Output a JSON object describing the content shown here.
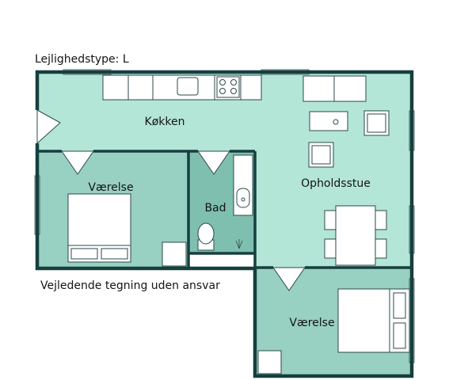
{
  "header": {
    "title": "Lejlighedstype: L"
  },
  "footer": {
    "disclaimer": "Vejledende tegning uden ansvar"
  },
  "rooms": {
    "kitchen": "Køkken",
    "living": "Opholdsstue",
    "bedroom_left": "Værelse",
    "bath": "Bad",
    "bedroom_right": "Værelse"
  },
  "colors": {
    "floor_open": "#b4e6d8",
    "floor_room": "#98d0c2",
    "floor_bath": "#7fbfb0",
    "wall": "#163f3f",
    "furniture": "#ffffff",
    "outline": "#2b4848"
  }
}
